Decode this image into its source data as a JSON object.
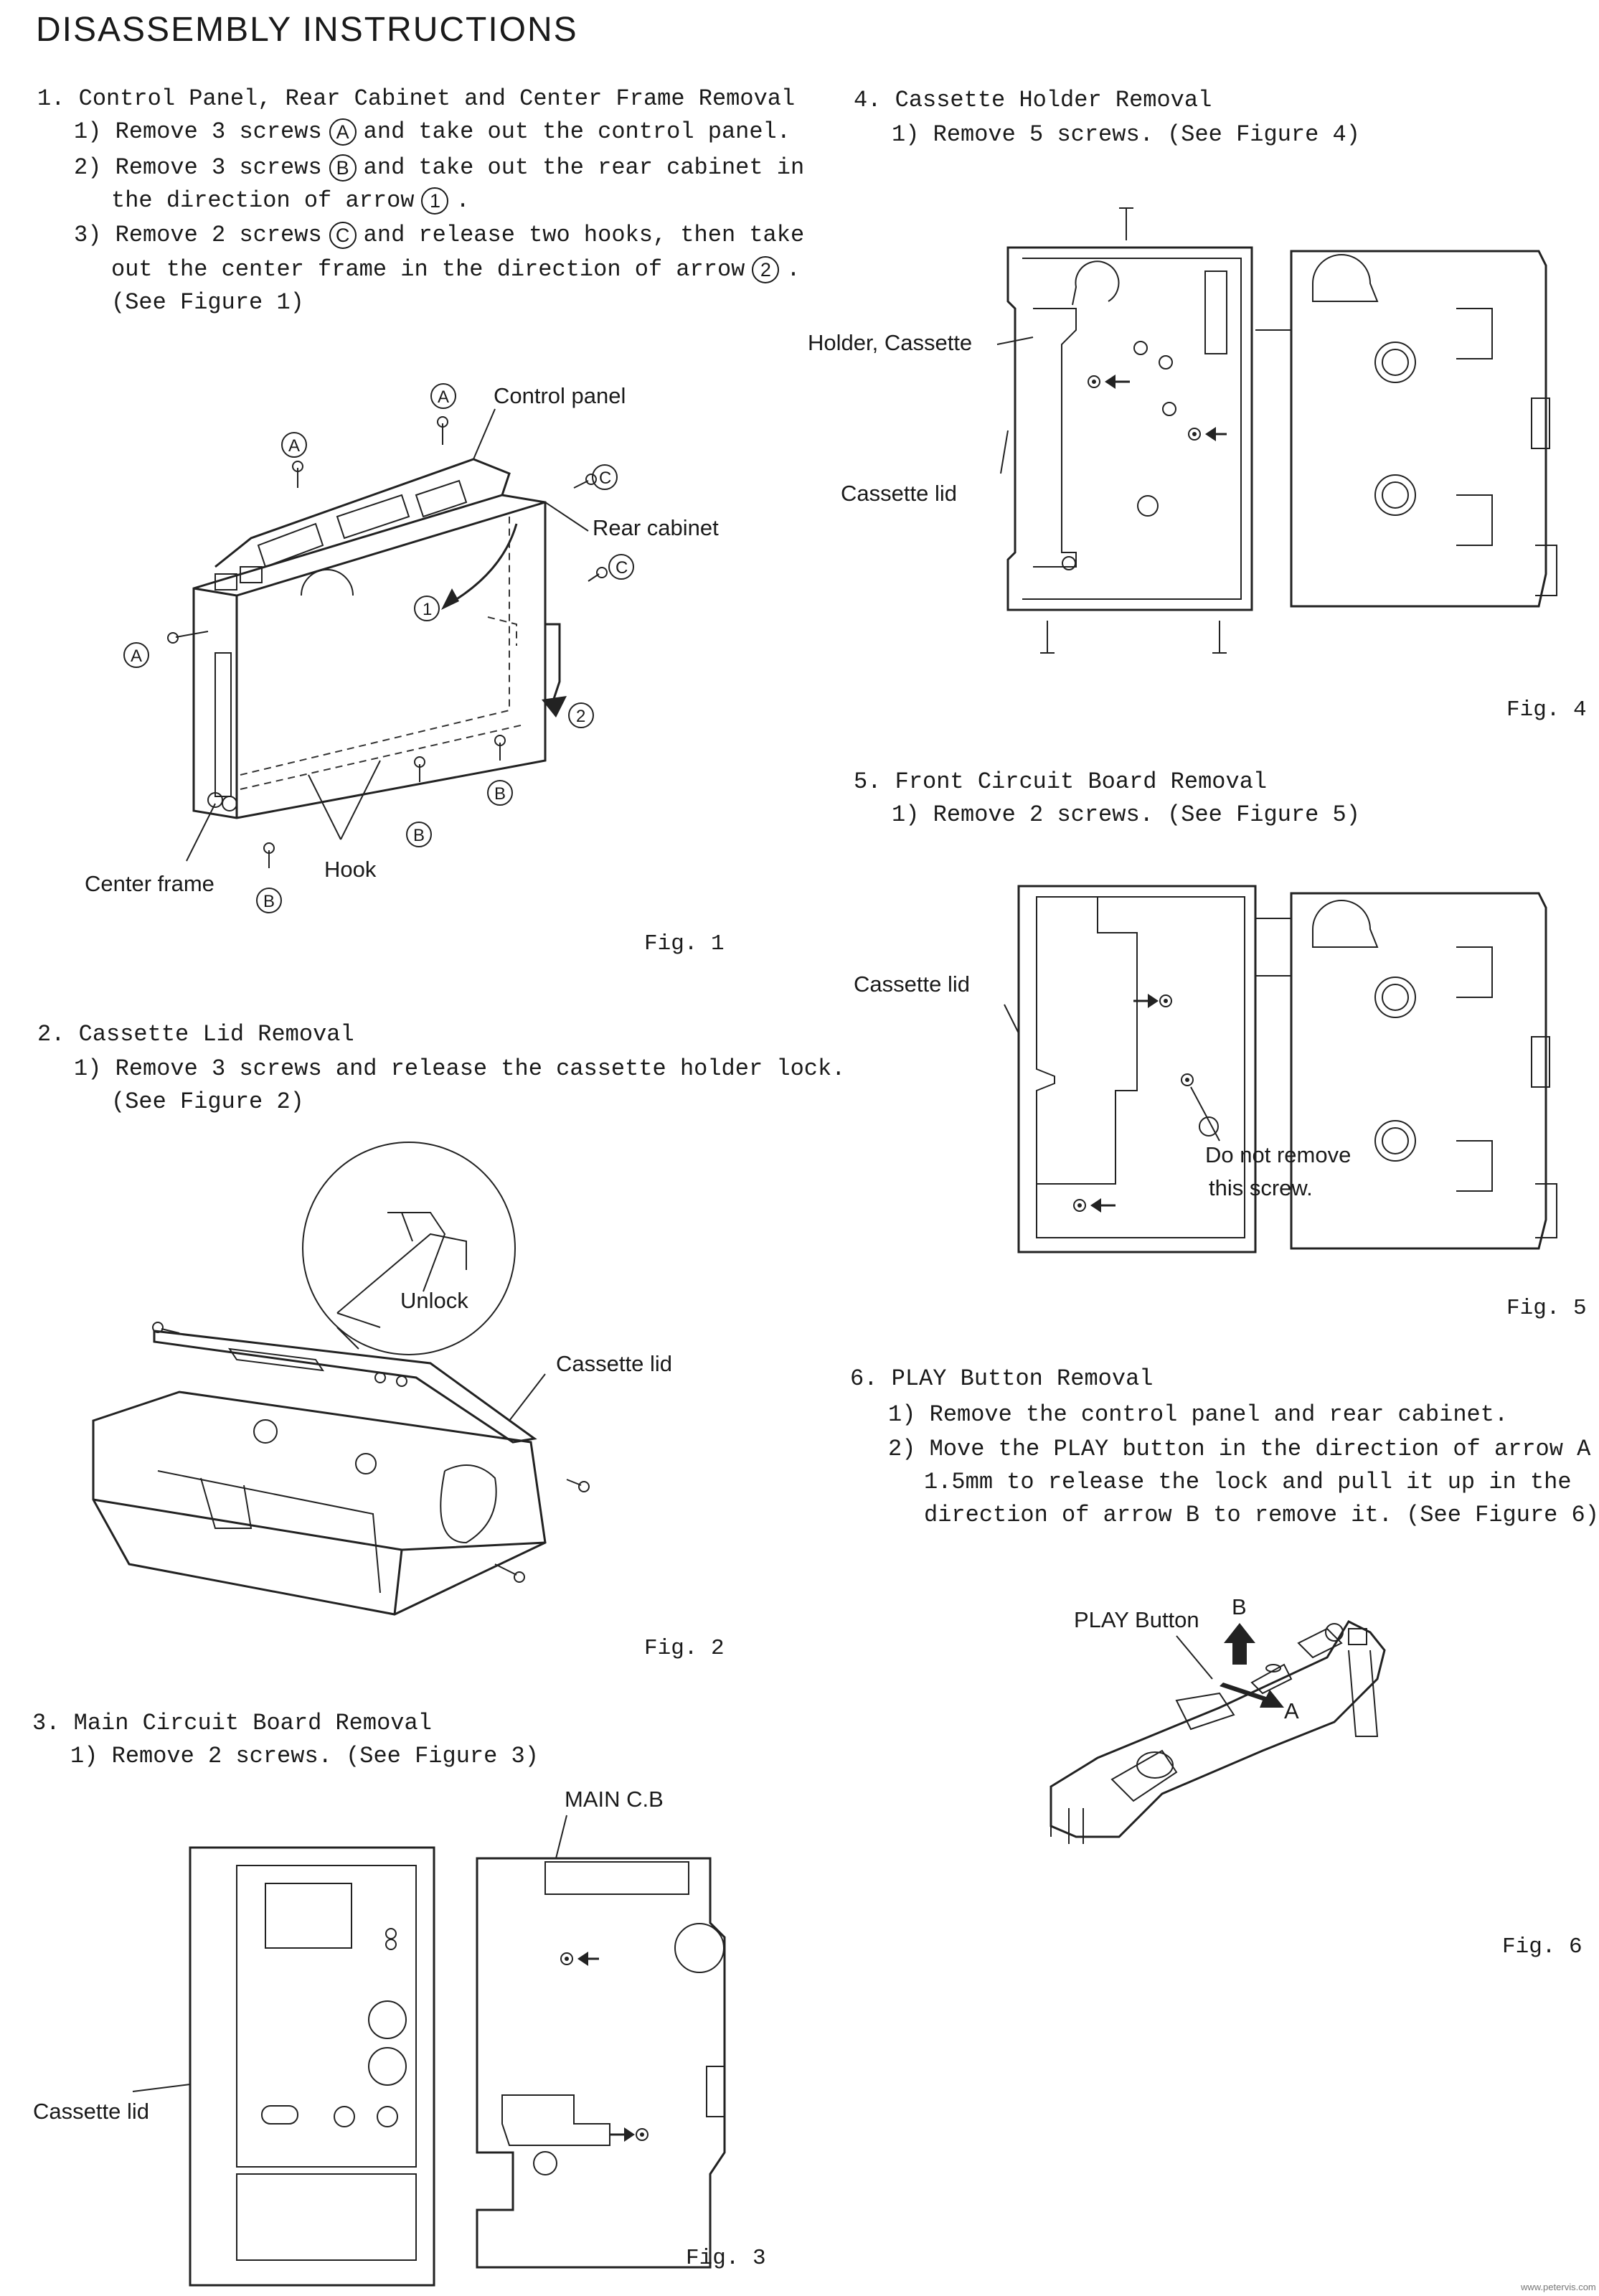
{
  "title": "DISASSEMBLY  INSTRUCTIONS",
  "s1": {
    "heading": "1. Control Panel, Rear Cabinet and Center Frame Removal",
    "l1a": "1) Remove 3 screws",
    "l1b": "and take out the control panel.",
    "l2a": "2) Remove 3 screws",
    "l2b": "and take out the rear cabinet in",
    "l2c": "the direction of arrow",
    "l3a": "3) Remove 2 screws",
    "l3b": "and release two hooks, then take",
    "l3c": "out the center frame in the direction of arrow",
    "l3d": "(See Figure 1)",
    "labels": {
      "control_panel": "Control panel",
      "rear_cabinet": "Rear cabinet",
      "center_frame": "Center frame",
      "hook": "Hook"
    },
    "fig": "Fig. 1"
  },
  "s2": {
    "heading": "2. Cassette Lid Removal",
    "l1": "1) Remove 3 screws and release the cassette holder lock.",
    "l2": "(See Figure 2)",
    "labels": {
      "unlock": "Unlock",
      "cassette_lid": "Cassette lid"
    },
    "fig": "Fig. 2"
  },
  "s3": {
    "heading": "3. Main Circuit Board Removal",
    "l1": "1) Remove 2 screws. (See Figure 3)",
    "labels": {
      "main_cb": "MAIN C.B",
      "cassette_lid": "Cassette lid"
    },
    "fig": "Fig. 3"
  },
  "s4": {
    "heading": "4. Cassette Holder Removal",
    "l1": "1) Remove 5 screws. (See Figure 4)",
    "labels": {
      "holder": "Holder, Cassette",
      "cassette_lid": "Cassette lid"
    },
    "fig": "Fig. 4"
  },
  "s5": {
    "heading": "5. Front Circuit Board Removal",
    "l1": "1) Remove 2 screws. (See Figure 5)",
    "labels": {
      "cassette_lid": "Cassette lid",
      "do_not_1": "Do not remove",
      "do_not_2": "this screw."
    },
    "fig": "Fig. 5"
  },
  "s6": {
    "heading": "6. PLAY Button Removal",
    "l1": "1) Remove the control panel and rear cabinet.",
    "l2": "2) Move the PLAY button in the direction of arrow A by",
    "l3": "1.5mm to release the lock and pull it up in the",
    "l4": "direction of arrow B to remove it. (See Figure 6)",
    "labels": {
      "play_button": "PLAY Button",
      "a": "A",
      "b": "B"
    },
    "fig": "Fig. 6"
  },
  "markers": {
    "a": "A",
    "b": "B",
    "c": "C",
    "one": "1",
    "two": "2"
  },
  "watermark": "www.petervis.com"
}
